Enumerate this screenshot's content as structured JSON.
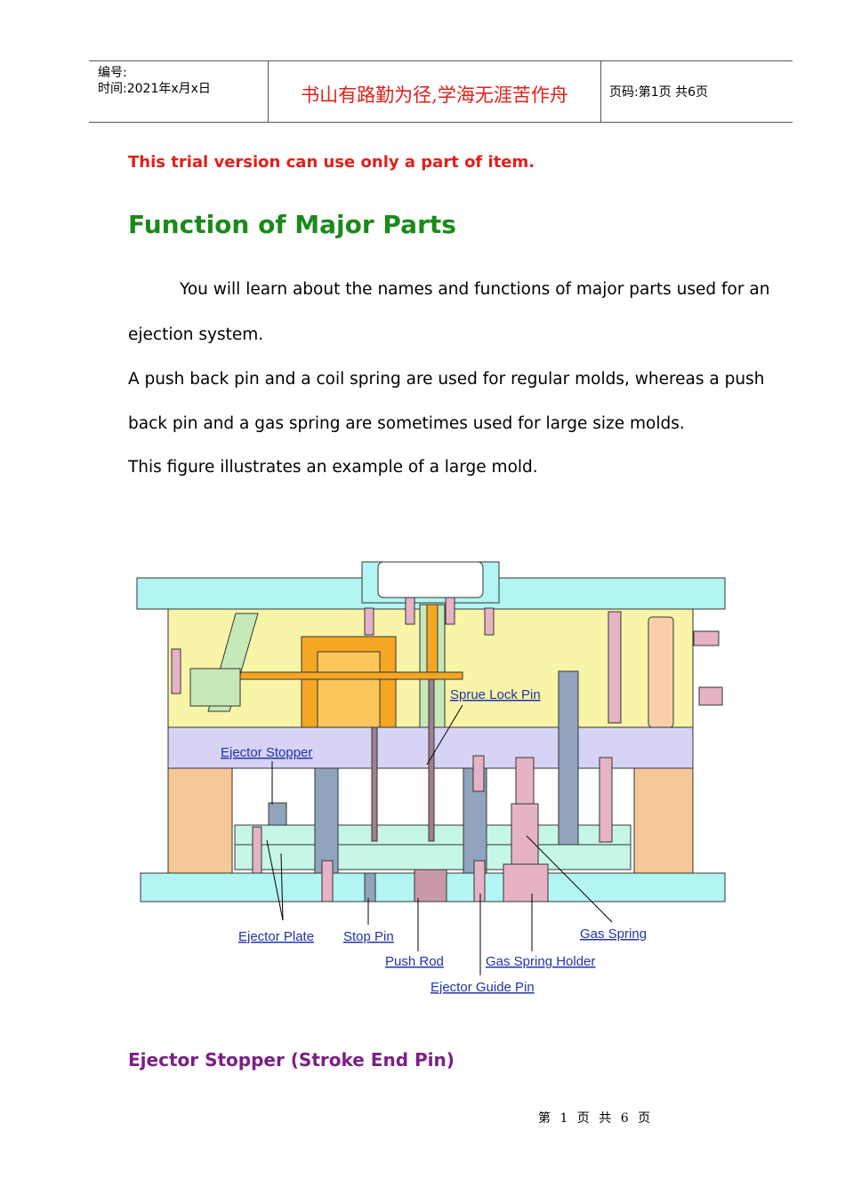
{
  "header": {
    "number_label": "编号:",
    "time_label": "时间:2021年x月x日",
    "motto": "书山有路勤为径,学海无涯苦作舟",
    "page_info": "页码:第1页  共6页"
  },
  "trial_notice": "This trial version can use only a part of item.",
  "title": "Function of Major Parts",
  "paragraphs": [
    "You will learn about the names and functions of major parts used for an",
    "ejection system.",
    "A push back pin and a coil spring are used for regular molds, whereas a push",
    "back pin and a gas spring are sometimes used for large size molds.",
    "This figure illustrates an example of a large mold."
  ],
  "figure": {
    "labels": {
      "sprue_lock_pin": "Sprue Lock Pin",
      "ejector_stopper": "Ejector Stopper",
      "ejector_plate": "Ejector Plate",
      "stop_pin": "Stop Pin",
      "push_rod": "Push Rod",
      "gas_spring_holder": "Gas Spring Holder",
      "ejector_guide_pin": "Ejector Guide Pin",
      "gas_spring": "Gas Spring"
    },
    "colors": {
      "clamp_plate": "#b3f5f2",
      "cavity_plate": "#f8f4a8",
      "core_plate": "#d6d3f5",
      "spacer_block": "#f5c898",
      "ejector_plate": "#c6f7e6",
      "runner": "#f5a623",
      "pin": "#e6b3c6",
      "guide": "#90a4bc"
    }
  },
  "subheading": "Ejector Stopper (Stroke End Pin)",
  "footer": "第 1 页 共 6 页"
}
